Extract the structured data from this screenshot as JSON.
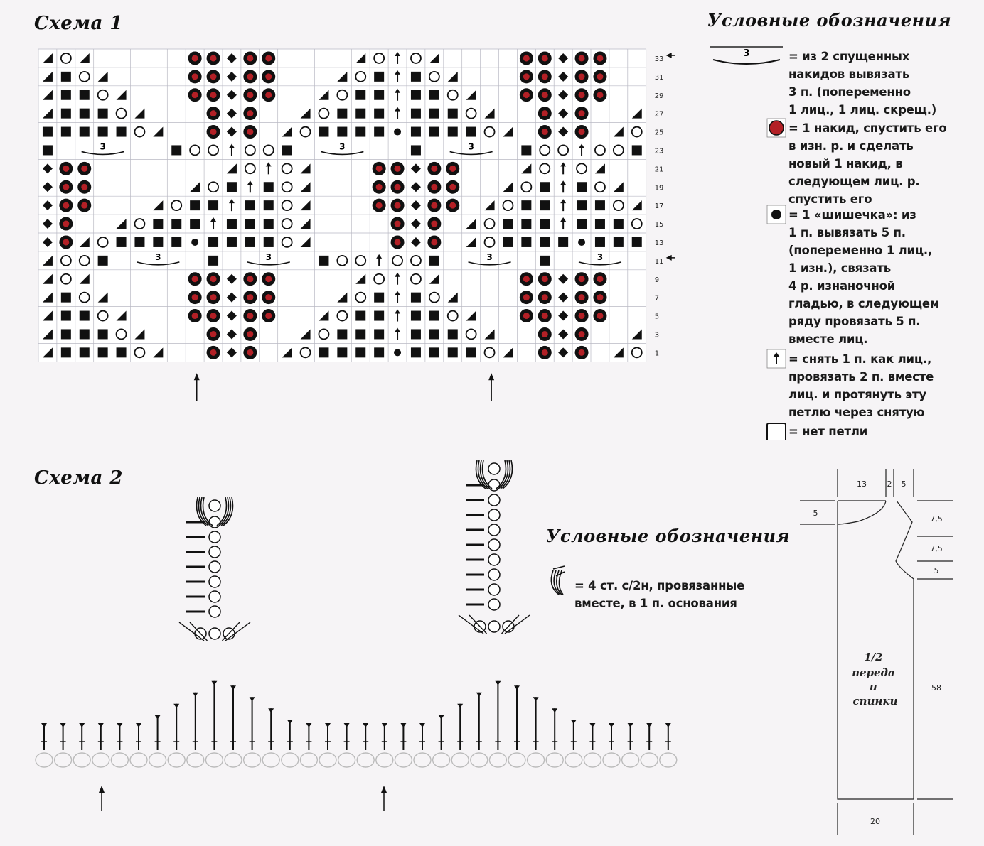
{
  "chart1": {
    "title": "Схема 1",
    "row_numbers": [
      "33",
      "31",
      "29",
      "27",
      "25",
      "23",
      "21",
      "19",
      "17",
      "15",
      "13",
      "11",
      "9",
      "7",
      "5",
      "3",
      "1"
    ],
    "group_label": "3"
  },
  "legend1": {
    "title": "Условные обозначения",
    "items": [
      {
        "symbol": "group-3-icon",
        "symbol_label": "3",
        "text": "= из 2 спущенных\nнакидов вывязать\n3 п. (попеременно\n1 лиц., 1 лиц. скрещ.)"
      },
      {
        "symbol": "red-dot-icon",
        "text": "= 1 накид, спустить его\nв изн. р. и сделать\nновый 1 накид, в\nследующем лиц. р.\nспустить его"
      },
      {
        "symbol": "bobble-icon",
        "text": "= 1 «шишечка»: из\n1 п. вывязать 5 п.\n(попеременно 1 лиц.,\n1 изн.), связать\n4 р. изнаночной\nгладью, в следующем\nряду провязать 5 п.\nвместе лиц."
      },
      {
        "symbol": "up-arrow-icon",
        "text": "= снять 1 п. как лиц.,\nпровязать 2 п. вместе\nлиц. и протянуть эту\nпетлю через снятую"
      },
      {
        "symbol": "empty-square-icon",
        "text": "= нет петли"
      }
    ]
  },
  "chart2": {
    "title": "Схема 2"
  },
  "legend2": {
    "title": "Условные обозначения",
    "items": [
      {
        "symbol": "cluster-icon",
        "text": "= 4 ст. с/2н, провязанные\nвместе, в 1 п. основания"
      }
    ]
  },
  "schematic": {
    "label": "1/2\nпереда\nи\nспинки",
    "dims": {
      "top_width": "13",
      "neck_a": "2",
      "neck_b": "5",
      "left_drop": "5",
      "right_1": "7,5",
      "right_2": "7,5",
      "right_3": "5",
      "height": "58",
      "bottom": "20"
    }
  }
}
